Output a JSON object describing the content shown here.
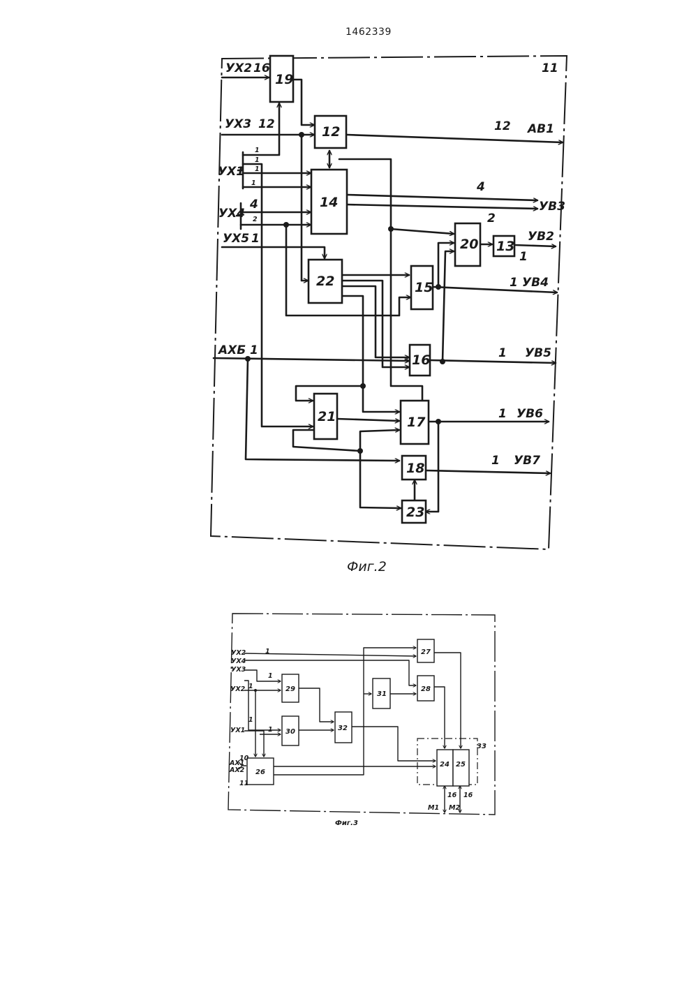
{
  "patent_number": "1462339",
  "fig2": {
    "caption": "Фиг.2",
    "frame_label": "11",
    "blocks": {
      "b12": "12",
      "b13": "13",
      "b14": "14",
      "b15": "15",
      "b16": "16",
      "b17": "17",
      "b18": "18",
      "b19": "19",
      "b20": "20",
      "b21": "21",
      "b22": "22",
      "b23": "23"
    },
    "inputs": {
      "ux2": "УХ2",
      "ux2_n": "16",
      "ux3": "УХ3",
      "ux3_n": "12",
      "ux1": "УХ1",
      "ux1_n1": "1",
      "ux1_n2": "1",
      "ux1_n3": "1",
      "ux1_n4": "1",
      "ux4": "УХ4",
      "ux4_n1": "4",
      "ux4_n2": "2",
      "ux5": "УХ5",
      "ux5_n": "1",
      "ax6": "АХБ",
      "ax6_n": "1"
    },
    "outputs": {
      "av1": "АВ1",
      "av1_n": "12",
      "uv3": "УВ3",
      "uv3_n": "4",
      "uv3_n2": "2",
      "uv2": "УВ2",
      "uv2_n": "1",
      "uv4": "УВ4",
      "uv4_n": "1",
      "uv5": "УВ5",
      "uv5_n": "1",
      "uv6": "УВ6",
      "uv6_n": "1",
      "uv7": "УВ7",
      "uv7_n": "1"
    }
  },
  "fig3": {
    "caption": "Фиг.3",
    "frame_label": "33",
    "blocks": {
      "b24": "24",
      "b25": "25",
      "b26": "26",
      "b27": "27",
      "b28": "28",
      "b29": "29",
      "b30": "30",
      "b31": "31",
      "b32": "32"
    },
    "inputs": {
      "ux2a": "УХ2",
      "ux2a_n": "1",
      "ux4": "УХ4",
      "ux3": "УХ3",
      "ux3_n": "1",
      "ux2b": "УХ2",
      "ux2b_n": "1",
      "n1": "1",
      "ux1": "УХ1",
      "ux1_n": "1",
      "ax1": "АХ1",
      "ax1_n": "10",
      "ax2": "АХ2",
      "ax2_n": "11"
    },
    "outputs": {
      "m1": "М1",
      "m2": "М2",
      "bus1": "16",
      "bus2": "16"
    }
  }
}
